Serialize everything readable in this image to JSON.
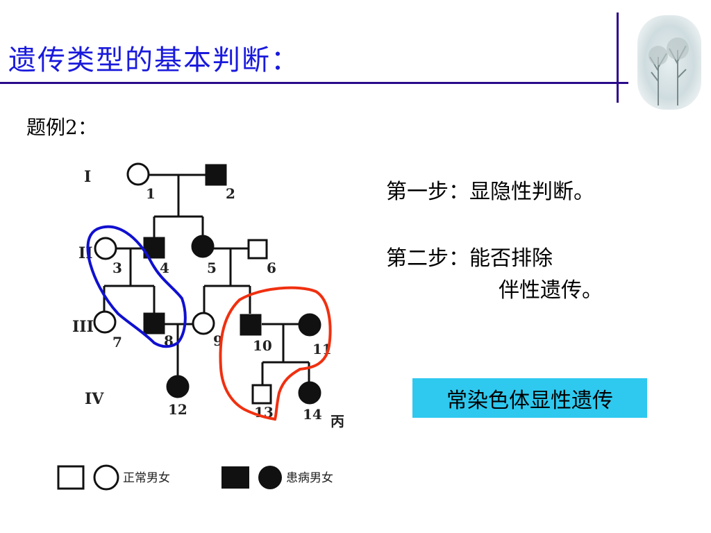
{
  "slide": {
    "title": "遗传类型的基本判断：",
    "example_label": "题例2：",
    "step1": "第一步：显隐性判断。",
    "step2_line1": "第二步：能否排除",
    "step2_line2": "伴性遗传。",
    "answer": "常染色体显性遗传"
  },
  "pedigree": {
    "generations": [
      "I",
      "II",
      "III",
      "IV"
    ],
    "individuals": [
      {
        "id": "1",
        "sex": "female",
        "affected": false
      },
      {
        "id": "2",
        "sex": "male",
        "affected": true
      },
      {
        "id": "3",
        "sex": "female",
        "affected": false
      },
      {
        "id": "4",
        "sex": "male",
        "affected": true
      },
      {
        "id": "5",
        "sex": "female",
        "affected": true
      },
      {
        "id": "6",
        "sex": "male",
        "affected": false
      },
      {
        "id": "7",
        "sex": "female",
        "affected": false
      },
      {
        "id": "8",
        "sex": "male",
        "affected": true
      },
      {
        "id": "9",
        "sex": "female",
        "affected": false
      },
      {
        "id": "10",
        "sex": "male",
        "affected": true
      },
      {
        "id": "11",
        "sex": "female",
        "affected": true
      },
      {
        "id": "12",
        "sex": "female",
        "affected": true
      },
      {
        "id": "13",
        "sex": "male",
        "affected": false
      },
      {
        "id": "14",
        "sex": "female",
        "affected": true
      }
    ],
    "figure_mark": "丙",
    "legend": {
      "normal": "正常男女",
      "affected": "患病男女"
    },
    "highlight_colors": {
      "blue": "#1010d0",
      "red": "#f03010"
    }
  }
}
